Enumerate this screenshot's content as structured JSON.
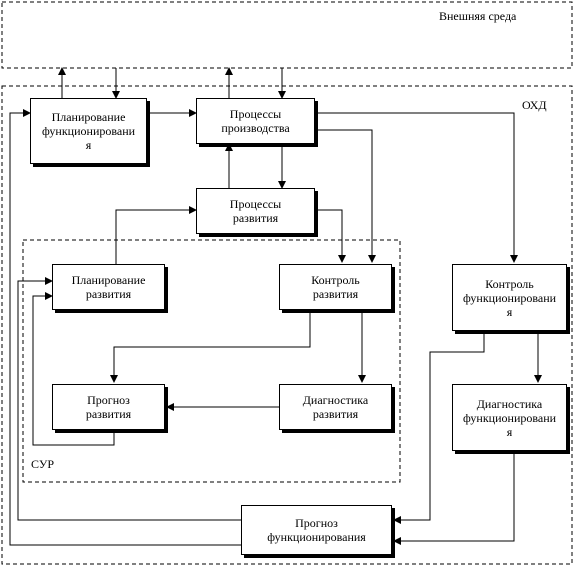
{
  "labels": {
    "external_env": "Внешняя среда",
    "okhd": "ОХД",
    "sur": "СУР"
  },
  "blocks": {
    "plan_func": "Планирование\nфункционировани\nя",
    "proc_prod": "Процессы\nпроизводства",
    "proc_dev": "Процессы\nразвития",
    "plan_dev": "Планирование\nразвития",
    "ctrl_dev": "Контроль\nразвития",
    "ctrl_func": "Контроль\nфункционировани\nя",
    "forecast_dev": "Прогноз\nразвития",
    "diag_dev": "Диагностика\nразвития",
    "diag_func": "Диагностика\nфункционировани\nя",
    "forecast_func": "Прогноз\nфункционирования"
  }
}
